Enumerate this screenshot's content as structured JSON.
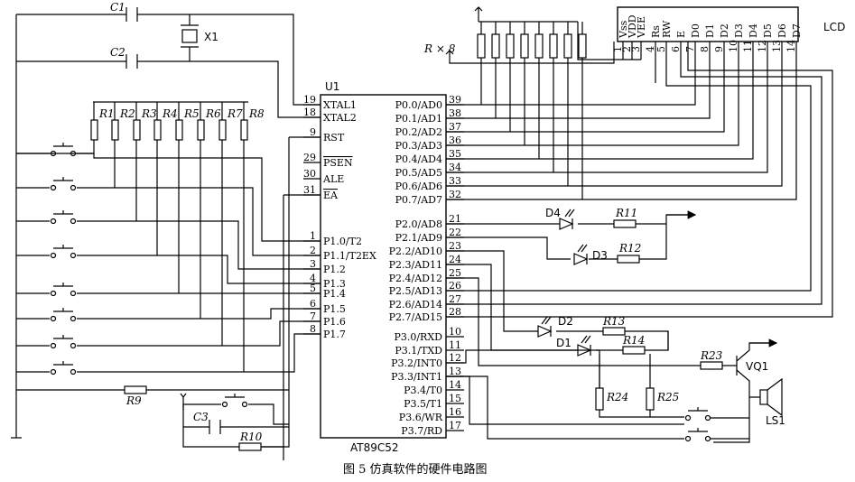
{
  "ic": {
    "designator": "U1",
    "part": "AT89C52",
    "left_pins": [
      {
        "num": "19",
        "name": "XTAL1"
      },
      {
        "num": "18",
        "name": "XTAL2"
      },
      {
        "num": "9",
        "name": "RST"
      },
      {
        "num": "29",
        "name": "PSEN"
      },
      {
        "num": "30",
        "name": "ALE"
      },
      {
        "num": "31",
        "name": "EA"
      },
      {
        "num": "1",
        "name": "P1.0/T2"
      },
      {
        "num": "2",
        "name": "P1.1/T2EX"
      },
      {
        "num": "3",
        "name": "P1.2"
      },
      {
        "num": "4",
        "name": "P1.3"
      },
      {
        "num": "5",
        "name": "P1.4"
      },
      {
        "num": "6",
        "name": "P1.5"
      },
      {
        "num": "7",
        "name": "P1.6"
      },
      {
        "num": "8",
        "name": "P1.7"
      }
    ],
    "right_pins": [
      {
        "num": "39",
        "name": "P0.0/AD0"
      },
      {
        "num": "38",
        "name": "P0.1/AD1"
      },
      {
        "num": "37",
        "name": "P0.2/AD2"
      },
      {
        "num": "36",
        "name": "P0.3/AD3"
      },
      {
        "num": "35",
        "name": "P0.4/AD4"
      },
      {
        "num": "34",
        "name": "P0.5/AD5"
      },
      {
        "num": "33",
        "name": "P0.6/AD6"
      },
      {
        "num": "32",
        "name": "P0.7/AD7"
      },
      {
        "num": "21",
        "name": "P2.0/AD8"
      },
      {
        "num": "22",
        "name": "P2.1/AD9"
      },
      {
        "num": "23",
        "name": "P2.2/AD10"
      },
      {
        "num": "24",
        "name": "P2.3/AD11"
      },
      {
        "num": "25",
        "name": "P2.4/AD12"
      },
      {
        "num": "26",
        "name": "P2.5/AD13"
      },
      {
        "num": "27",
        "name": "P2.6/AD14"
      },
      {
        "num": "28",
        "name": "P2.7/AD15"
      },
      {
        "num": "10",
        "name": "P3.0/RXD"
      },
      {
        "num": "11",
        "name": "P3.1/TXD"
      },
      {
        "num": "12",
        "name": "P3.2/INT0"
      },
      {
        "num": "13",
        "name": "P3.3/INT1"
      },
      {
        "num": "14",
        "name": "P3.4/T0"
      },
      {
        "num": "15",
        "name": "P3.5/T1"
      },
      {
        "num": "16",
        "name": "P3.6/WR"
      },
      {
        "num": "17",
        "name": "P3.7/RD"
      }
    ]
  },
  "lcd": {
    "label": "LCD",
    "pins": [
      {
        "num": "1",
        "name": "Vss"
      },
      {
        "num": "2",
        "name": "VDD"
      },
      {
        "num": "3",
        "name": "VEE"
      },
      {
        "num": "4",
        "name": "Rs"
      },
      {
        "num": "5",
        "name": "RW"
      },
      {
        "num": "6",
        "name": "E"
      },
      {
        "num": "7",
        "name": "D0"
      },
      {
        "num": "8",
        "name": "D1"
      },
      {
        "num": "9",
        "name": "D2"
      },
      {
        "num": "10",
        "name": "D3"
      },
      {
        "num": "11",
        "name": "D4"
      },
      {
        "num": "12",
        "name": "D5"
      },
      {
        "num": "13",
        "name": "D6"
      },
      {
        "num": "14",
        "name": "D7"
      }
    ]
  },
  "labels": {
    "c1": "C1",
    "c2": "C2",
    "c3": "C3",
    "x1": "X1",
    "r_array": "R × 8",
    "r_pullups": [
      "R1",
      "R2",
      "R3",
      "R4",
      "R5",
      "R6",
      "R7",
      "R8"
    ],
    "r9": "R9",
    "r10": "R10",
    "r11": "R11",
    "r12": "R12",
    "r13": "R13",
    "r14": "R14",
    "r23": "R23",
    "r24": "R24",
    "r25": "R25",
    "d1": "D1",
    "d2": "D2",
    "d3": "D3",
    "d4": "D4",
    "vq1": "VQ1",
    "ls1": "LS1"
  },
  "caption": "图 5  仿真软件的硬件电路图"
}
